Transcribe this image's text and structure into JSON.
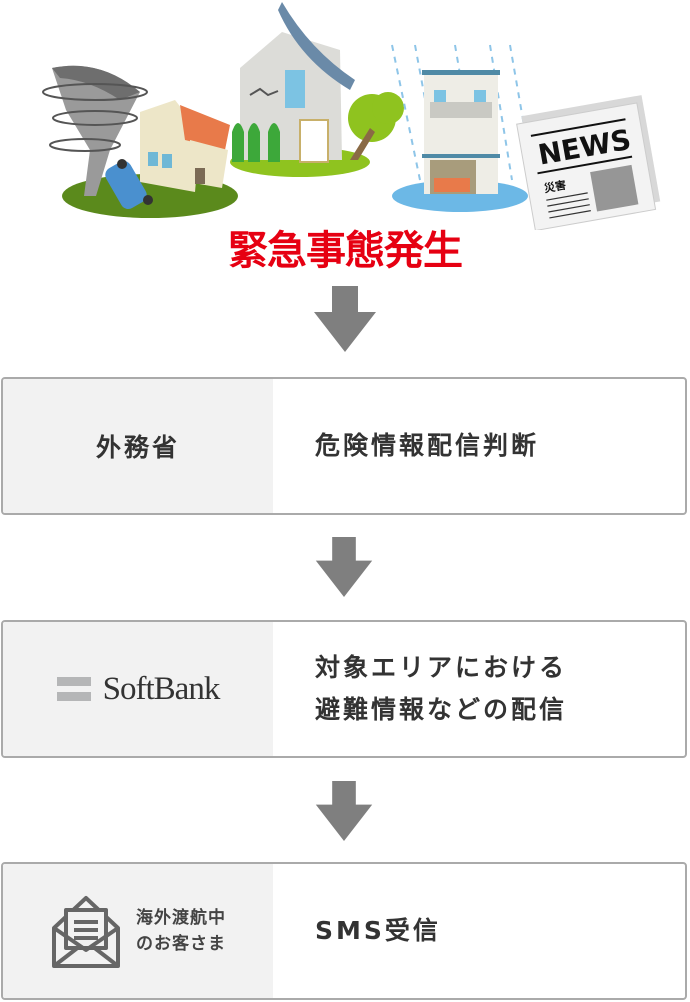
{
  "illustration": {
    "scenes": [
      "tornado-icon",
      "damaged-house-icon",
      "cracked-building-icon",
      "fallen-tree-icon",
      "flooded-building-icon",
      "newspaper-icon"
    ],
    "newspaper_headline": "NEWS",
    "newspaper_subhead": "災害"
  },
  "headline": "緊急事態発生",
  "colors": {
    "headline": "#e60012",
    "arrow": "#7f7f7f",
    "border": "#aaaaaa",
    "left_bg": "#f2f2f2"
  },
  "steps": [
    {
      "actor": "外務省",
      "action": "危険情報配信判断"
    },
    {
      "actor_logo": "SoftBank",
      "action_line1": "対象エリアにおける",
      "action_line2": "避難情報などの配信"
    },
    {
      "actor_line1": "海外渡航中",
      "actor_line2": "のお客さま",
      "actor_icon": "envelope-icon",
      "action": "SMS受信"
    }
  ]
}
